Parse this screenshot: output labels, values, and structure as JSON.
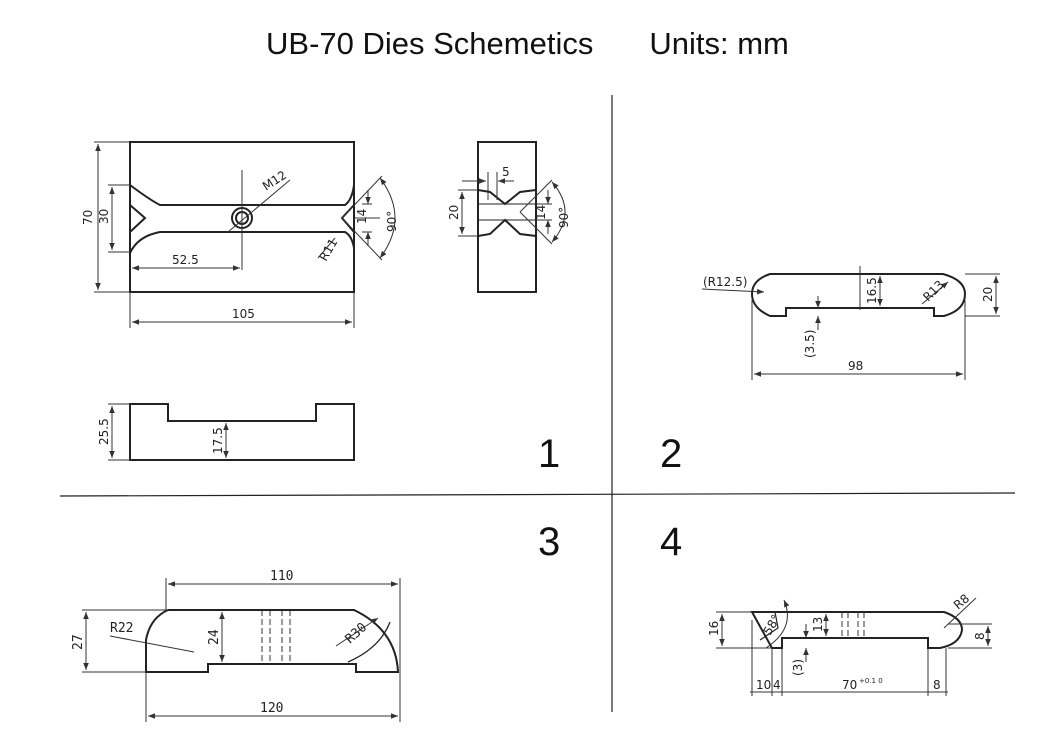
{
  "title": "UB-70 Dies Schemetics",
  "units": "Units: mm",
  "quadrants": [
    "1",
    "2",
    "3",
    "4"
  ],
  "die1": {
    "front": {
      "d70": "70",
      "d30": "30",
      "m12": "M12",
      "d52_5": "52.5",
      "d105": "105",
      "r11": "R11",
      "d14": "14",
      "a90": "90°"
    },
    "side": {
      "d5": "5",
      "d20": "20",
      "d14": "14",
      "a90": "90°"
    },
    "bottom": {
      "d25_5": "25.5",
      "d17_5": "17.5"
    }
  },
  "die2": {
    "r12_5": "(R12.5)",
    "d16_5": "16.5",
    "r13": "R13",
    "d20": "20",
    "d3_5": "(3.5)",
    "d98": "98"
  },
  "die3": {
    "d110": "110",
    "d27": "27",
    "r22": "R22",
    "d24": "24",
    "r30": "R30",
    "d120": "120"
  },
  "die4": {
    "d16": "16",
    "a58": "58°",
    "d13": "13",
    "r8": "R8",
    "d8": "8",
    "d3": "(3)",
    "d10": "10",
    "d4": "4",
    "d70": "70",
    "tol": "+0.1 0",
    "d8b": "8"
  }
}
